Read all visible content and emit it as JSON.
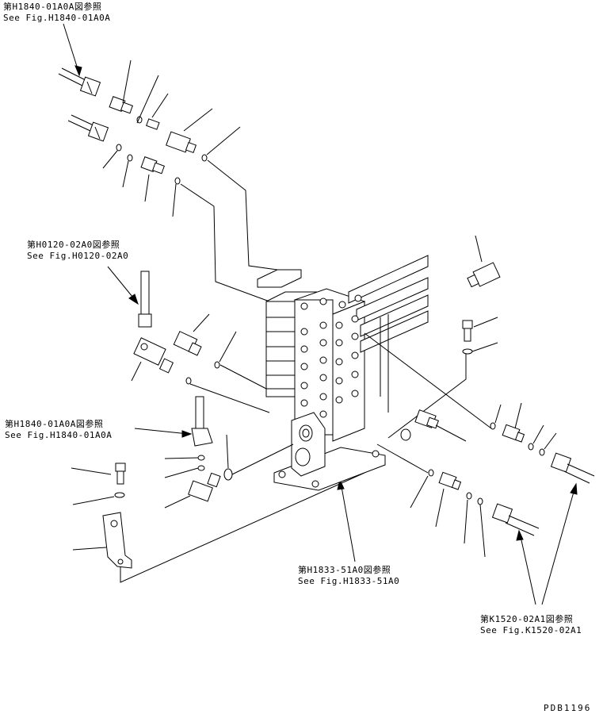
{
  "references": [
    {
      "id": "ref-h1840-top",
      "jp": "第H1840-01A0A図参照",
      "en": "See Fig.H1840-01A0A"
    },
    {
      "id": "ref-h0120",
      "jp": "第H0120-02A0図参照",
      "en": "See Fig.H0120-02A0"
    },
    {
      "id": "ref-h1840-mid",
      "jp": "第H1840-01A0A図参照",
      "en": "See Fig.H1840-01A0A"
    },
    {
      "id": "ref-h1833",
      "jp": "第H1833-51A0図参照",
      "en": "See Fig.H1833-51A0"
    },
    {
      "id": "ref-k1520",
      "jp": "第K1520-02A1図参照",
      "en": "See Fig.K1520-02A1"
    }
  ],
  "drawing_code": "PDB1196"
}
